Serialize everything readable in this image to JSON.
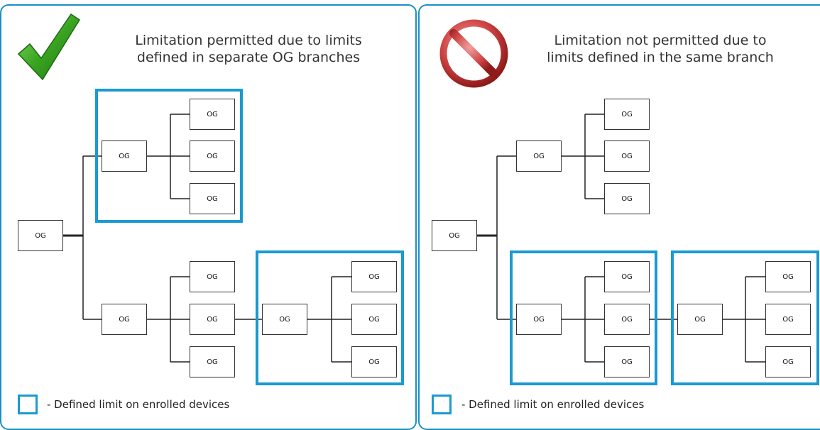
{
  "panels": [
    {
      "title_line1": "Limitation permitted due to limits",
      "title_line2": "defined in separate OG branches",
      "icon": "checkmark-icon",
      "node_label": "OG",
      "legend_text": "- Defined limit on enrolled devices"
    },
    {
      "title_line1": "Limitation not permitted due to",
      "title_line2": "limits defined in the same branch",
      "icon": "prohibited-icon",
      "node_label": "OG",
      "legend_text": "- Defined limit on enrolled devices"
    }
  ],
  "colors": {
    "panel_border": "#1a8fc6",
    "limit_box": "#1a9ad0",
    "check_green": "#3aa521",
    "prohibit_red": "#c0272d"
  }
}
